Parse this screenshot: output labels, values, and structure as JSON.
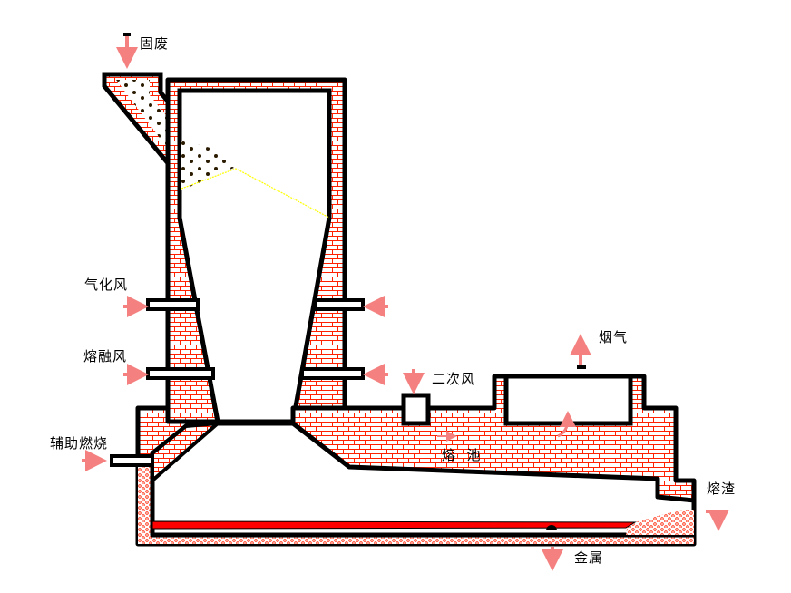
{
  "labels": {
    "solid_waste": "固废",
    "gasification_air": "气化风",
    "melting_air": "熔融风",
    "auxiliary_combustion": "辅助燃烧",
    "secondary_air": "二次风",
    "flue_gas": "烟气",
    "melt_pool": "熔  池",
    "slag": "熔渣",
    "metal": "金属"
  },
  "colors": {
    "wall_outline": "#000000",
    "refractory_brick": "#ff2000",
    "molten_metal": "#ff0000",
    "flow_arrow": "#f48080",
    "bed_surface": "#ffff00"
  }
}
